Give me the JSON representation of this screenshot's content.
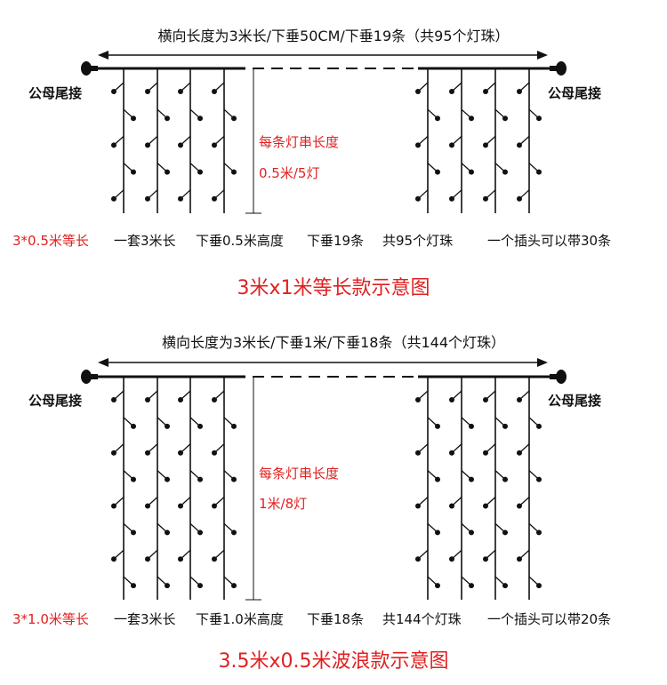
{
  "accent_color": "#e02020",
  "line_color": "#111111",
  "diagrams": [
    {
      "span_label": "横向长度为3米长/下垂50CM/下垂19条（共95个灯珠）",
      "left_end": "公母尾接",
      "right_end": "公母尾接",
      "strand_label_1": "每条灯串长度",
      "strand_label_2": "0.5米/5灯",
      "specs": [
        "3*0.5米等长",
        "一套3米长",
        "下垂0.5米高度",
        "下垂19条",
        "共95个灯珠",
        "一个插头可以带30条"
      ],
      "title": "3米x1米等长款示意图",
      "bulbs_per_strand": 5,
      "variant": "equal-length"
    },
    {
      "span_label": "横向长度为3米长/下垂1米/下垂18条（共144个灯珠）",
      "left_end": "公母尾接",
      "right_end": "公母尾接",
      "strand_label_1": "每条灯串长度",
      "strand_label_2": "1米/8灯",
      "specs": [
        "3*1.0米等长",
        "一套3米长",
        "下垂1.0米高度",
        "下垂18条",
        "共144个灯珠",
        "一个插头可以带20条"
      ],
      "title": "3.5米x0.5米波浪款示意图",
      "bulbs_per_strand": 8,
      "variant": "equal-length"
    }
  ]
}
